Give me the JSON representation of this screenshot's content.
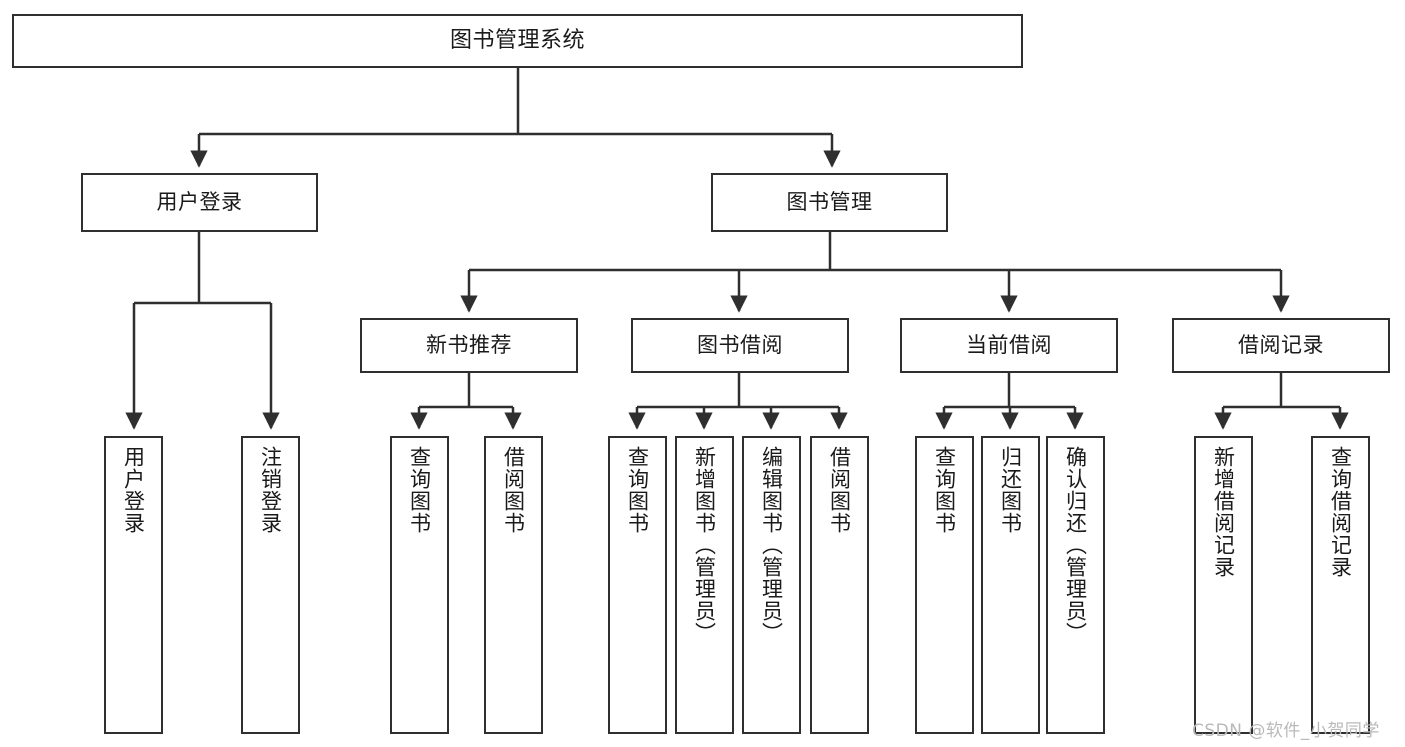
{
  "diagram": {
    "title": "图书管理系统",
    "type": "hierarchy-tree",
    "root": {
      "id": "root",
      "label": "图书管理系统"
    },
    "level1": [
      {
        "id": "user-login",
        "label": "用户登录"
      },
      {
        "id": "book-manage",
        "label": "图书管理"
      }
    ],
    "level2": [
      {
        "id": "new-book-rec",
        "label": "新书推荐",
        "parent": "book-manage"
      },
      {
        "id": "book-borrow",
        "label": "图书借阅",
        "parent": "book-manage"
      },
      {
        "id": "current-borrow",
        "label": "当前借阅",
        "parent": "book-manage"
      },
      {
        "id": "borrow-record",
        "label": "借阅记录",
        "parent": "book-manage"
      }
    ],
    "leaves": [
      {
        "id": "leaf-user-login",
        "label": "用户登录",
        "parent": "user-login"
      },
      {
        "id": "leaf-user-logout",
        "label": "注销登录",
        "parent": "user-login"
      },
      {
        "id": "leaf-query-book-1",
        "label": "查询图书",
        "parent": "new-book-rec"
      },
      {
        "id": "leaf-borrow-book-1",
        "label": "借阅图书",
        "parent": "new-book-rec"
      },
      {
        "id": "leaf-query-book-2",
        "label": "查询图书",
        "parent": "book-borrow"
      },
      {
        "id": "leaf-add-book",
        "label": "新增图书（管理员）",
        "parent": "book-borrow"
      },
      {
        "id": "leaf-edit-book",
        "label": "编辑图书（管理员）",
        "parent": "book-borrow"
      },
      {
        "id": "leaf-borrow-book-2",
        "label": "借阅图书",
        "parent": "book-borrow"
      },
      {
        "id": "leaf-query-book-3",
        "label": "查询图书",
        "parent": "current-borrow"
      },
      {
        "id": "leaf-return-book",
        "label": "归还图书",
        "parent": "current-borrow"
      },
      {
        "id": "leaf-confirm-return",
        "label": "确认归还（管理员）",
        "parent": "current-borrow"
      },
      {
        "id": "leaf-add-record",
        "label": "新增借阅记录",
        "parent": "borrow-record"
      },
      {
        "id": "leaf-query-record",
        "label": "查询借阅记录",
        "parent": "borrow-record"
      }
    ]
  },
  "watermark": {
    "text": "CSDN @软件_小贺同学"
  },
  "colors": {
    "border": "#2f2f2f",
    "background": "#ffffff",
    "text": "#1a1a1a",
    "watermark": "#b9b9b9"
  }
}
